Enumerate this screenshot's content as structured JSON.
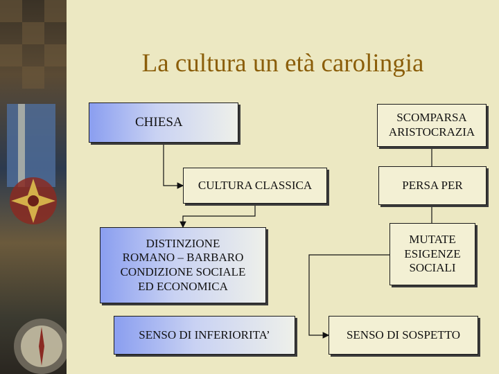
{
  "slide": {
    "title": "La cultura un età carolingia"
  },
  "boxes": {
    "chiesa": "CHIESA",
    "cultura_classica": "CULTURA CLASSICA",
    "distinzione": "DISTINZIONE\nROMANO – BARBARO\nCONDIZIONE SOCIALE\nED ECONOMICA",
    "senso_inferiorita": "SENSO DI INFERIORITA’",
    "scomparsa": "SCOMPARSA\nARISTOCRAZIA",
    "persa_per": "PERSA PER",
    "mutate": "MUTATE\nESIGENZE\nSOCIALI",
    "senso_sospetto": "SENSO DI SOSPETTO"
  },
  "colors": {
    "title": "#8b5e0a",
    "background": "#ece8c2",
    "box_gradient_start": "#8a9ef0"
  }
}
